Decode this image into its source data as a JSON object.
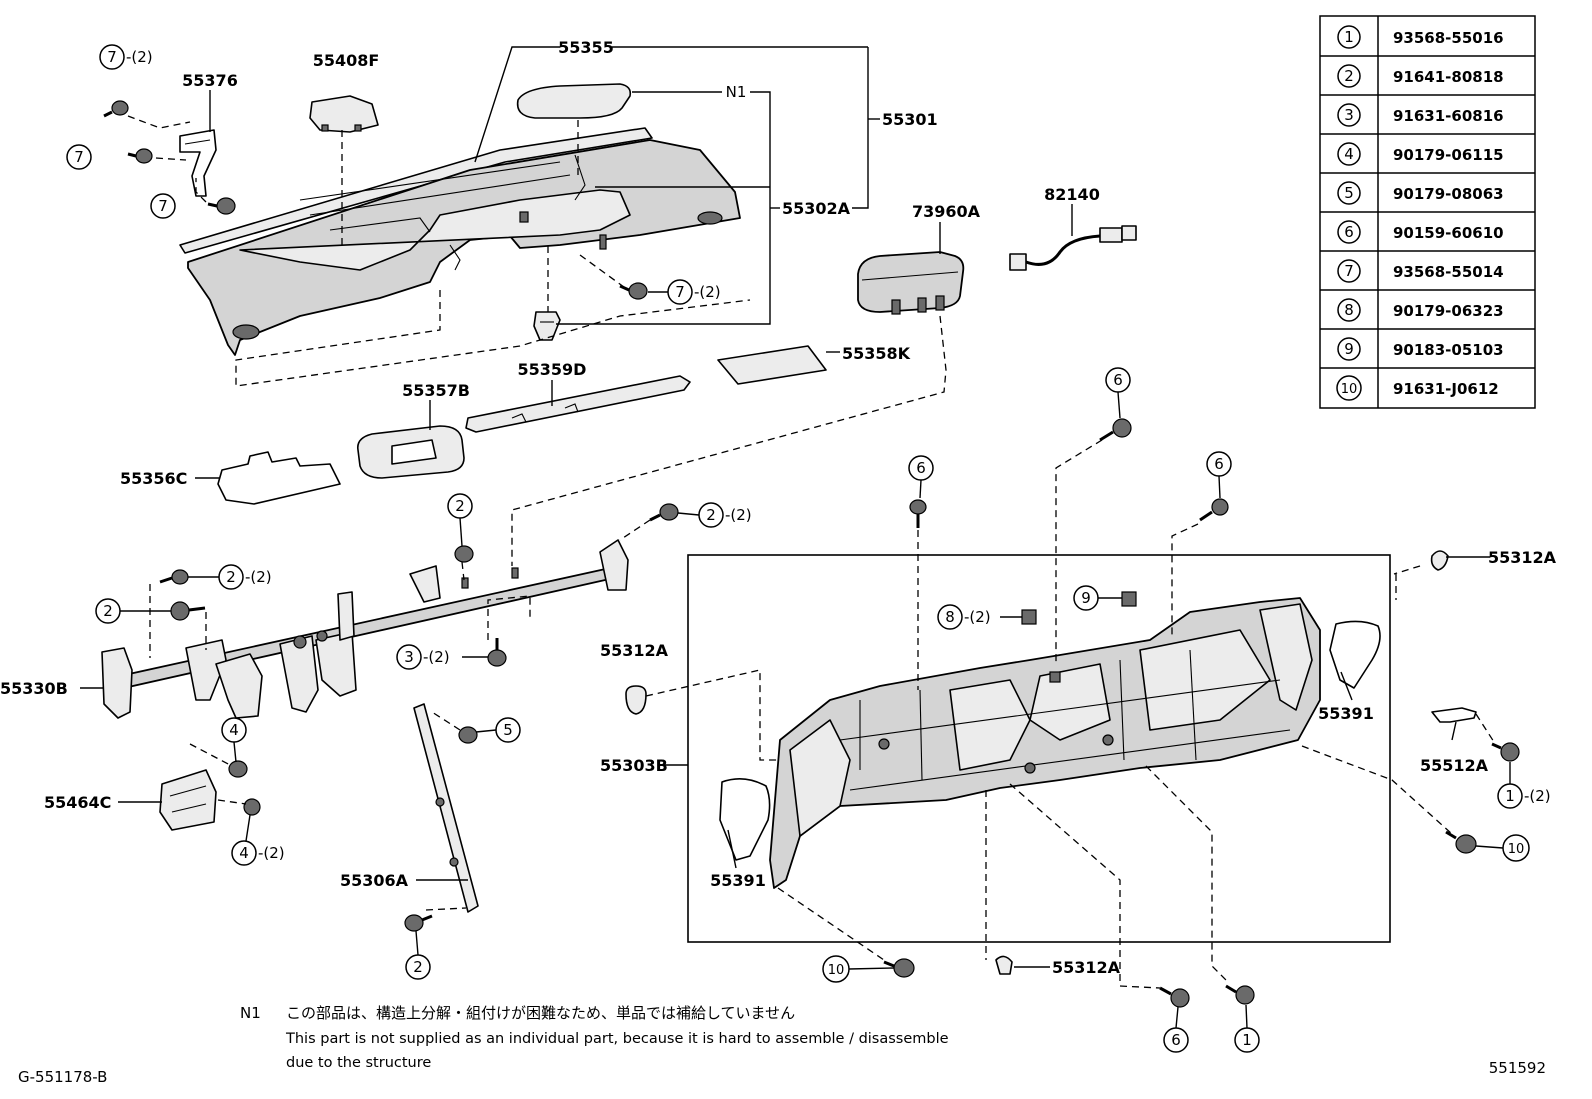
{
  "part_labels": {
    "p55355": "55355",
    "p55376": "55376",
    "p55408F": "55408F",
    "pN1": "N1",
    "p55301": "55301",
    "p55302A": "55302A",
    "p73960A": "73960A",
    "p82140": "82140",
    "p55359D": "55359D",
    "p55357B": "55357B",
    "p55358K": "55358K",
    "p55356C": "55356C",
    "p55330B": "55330B",
    "p55312A_top": "55312A",
    "p55312A_left": "55312A",
    "p55312A_bottom": "55312A",
    "p55303B": "55303B",
    "p55391_right": "55391",
    "p55391_left": "55391",
    "p55512A": "55512A",
    "p55464C": "55464C",
    "p55306A": "55306A"
  },
  "callouts": {
    "c7a": "7",
    "c7a_qty": "-(2)",
    "c7b": "7",
    "c7c": "7",
    "c7d": "7",
    "c7d_qty": "-(2)",
    "c6a": "6",
    "c6b": "6",
    "c6c": "6",
    "c6d": "6",
    "c2a": "2",
    "c2b": "2",
    "c2b_qty": "-(2)",
    "c2c": "2",
    "c2c_qty": "-(2)",
    "c2d": "2",
    "c2e": "2",
    "c3": "3",
    "c3_qty": "-(2)",
    "c8": "8",
    "c8_qty": "-(2)",
    "c9": "9",
    "c4a": "4",
    "c4b": "4",
    "c4b_qty": "-(2)",
    "c5": "5",
    "c1a": "1",
    "c1a_qty": "-(2)",
    "c1b": "1",
    "c10a": "10",
    "c10b": "10"
  },
  "parts_table": [
    {
      "ref": "1",
      "part": "93568-55016"
    },
    {
      "ref": "2",
      "part": "91641-80818"
    },
    {
      "ref": "3",
      "part": "91631-60816"
    },
    {
      "ref": "4",
      "part": "90179-06115"
    },
    {
      "ref": "5",
      "part": "90179-08063"
    },
    {
      "ref": "6",
      "part": "90159-60610"
    },
    {
      "ref": "7",
      "part": "93568-55014"
    },
    {
      "ref": "8",
      "part": "90179-06323"
    },
    {
      "ref": "9",
      "part": "90183-05103"
    },
    {
      "ref": "10",
      "part": "91631-J0612"
    }
  ],
  "note": {
    "marker": "N1",
    "japanese": "この部品は、構造上分解・組付けが困難なため、単品では補給していません",
    "english_line1": "This part is not supplied as an individual part, because it is hard to assemble / disassemble",
    "english_line2": "due to the structure"
  },
  "figure_id": "G-551178-B",
  "diagram_number": "551592"
}
